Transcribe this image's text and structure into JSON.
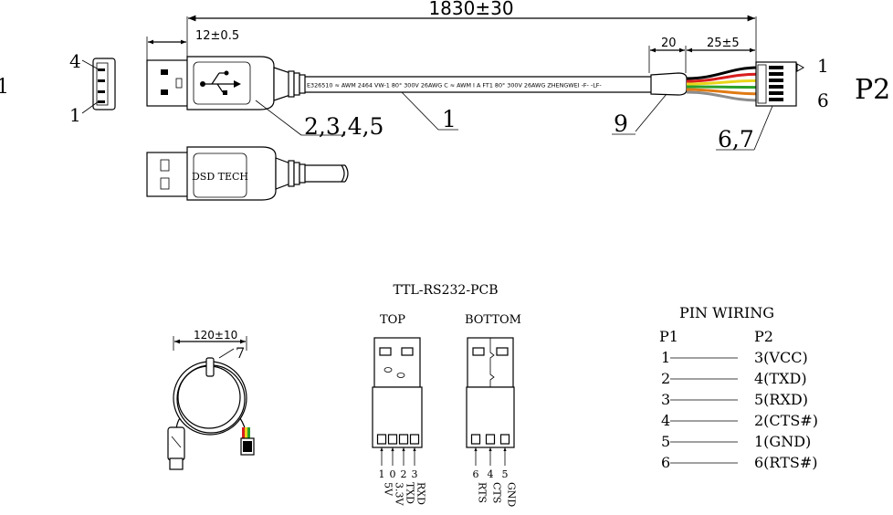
{
  "cable": {
    "overall_length": "1830±30",
    "plug_length": "12±0.5",
    "strip_length": "20",
    "lead_length": "25±5",
    "jacket_print": "E326510 ≈ AWM 2464 VW-1 80° 300V 26AWG C ≈ AWM I A FT1 80° 300V 26AWG ZHENGWEI -F- -LF-",
    "callout_plug": "2,3,4,5",
    "callout_jacket": "1",
    "callout_sleeve": "9",
    "callout_header": "6,7",
    "p1_pin_top": "4",
    "p1_pin_bottom": "1",
    "p1_label_partial": "1",
    "p2_pin_top": "1",
    "p2_pin_bottom": "6",
    "p2_label": "P2",
    "brand": "DSD TECH",
    "wire_colors": [
      "#000000",
      "#d81e1e",
      "#e8d51a",
      "#2aa02a",
      "#e07a14",
      "#8c8c8c"
    ]
  },
  "coil": {
    "diameter": "120±10",
    "callout": "7"
  },
  "pcb": {
    "title": "TTL-RS232-PCB",
    "top_label": "TOP",
    "bottom_label": "BOTTOM",
    "top_pins": [
      {
        "num": "1",
        "name": "5V"
      },
      {
        "num": "0",
        "name": "3.3V"
      },
      {
        "num": "2",
        "name": "TXD"
      },
      {
        "num": "3",
        "name": "RXD"
      }
    ],
    "bottom_pins": [
      {
        "num": "6",
        "name": "RTS"
      },
      {
        "num": "4",
        "name": "CTS"
      },
      {
        "num": "5",
        "name": "GND"
      }
    ]
  },
  "wiring": {
    "title": "PIN WIRING",
    "col_p1": "P1",
    "col_p2": "P2",
    "rows": [
      {
        "p1": "1",
        "p2": "3(VCC)"
      },
      {
        "p1": "2",
        "p2": "4(TXD)"
      },
      {
        "p1": "3",
        "p2": "5(RXD)"
      },
      {
        "p1": "4",
        "p2": "2(CTS#)"
      },
      {
        "p1": "5",
        "p2": "1(GND)"
      },
      {
        "p1": "6",
        "p2": "6(RTS#)"
      }
    ]
  }
}
